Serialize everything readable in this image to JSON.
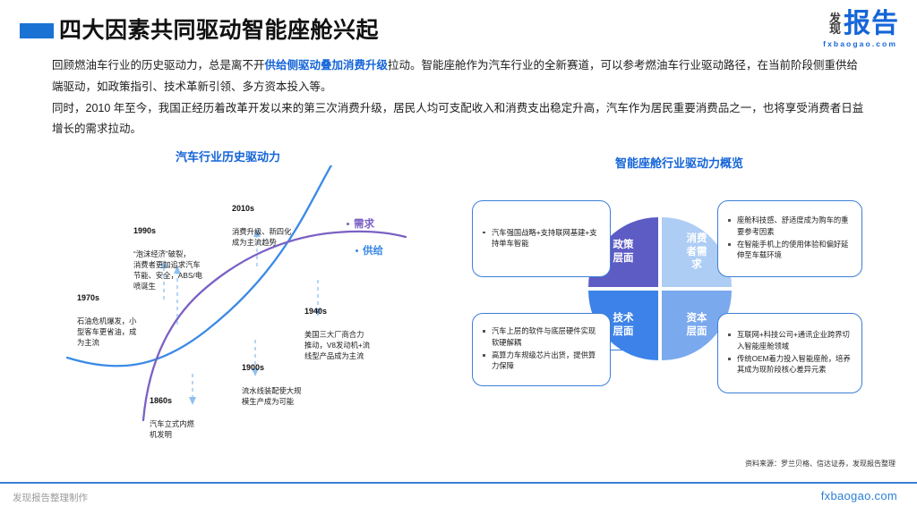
{
  "header": {
    "title": "四大因素共同驱动智能座舱兴起",
    "accent_color": "#1a73d4"
  },
  "logo": {
    "mark_line1": "发",
    "mark_line2": "现",
    "word": "报告",
    "url": "fxbaogao.com"
  },
  "intro": {
    "p1_a": "回顾燃油车行业的历史驱动力，总是离不开",
    "p1_hl": "供给侧驱动叠加消费升级",
    "p1_b": "拉动。智能座舱作为汽车行业的全新赛道，可以参考燃油车行业驱动路径，在当前阶段侧重供给端驱动，如政策指引、技术革新引领、多方资本投入等。",
    "p2": "同时，2010 年至今，我国正经历着改革开发以来的第三次消费升级，居民人均可支配收入和消费支出稳定升高，汽车作为居民重要消费品之一，也将享受消费者日益增长的需求拉动。"
  },
  "sections": {
    "left_caption": "汽车行业历史驱动力",
    "right_caption": "智能座舱行业驱动力概览"
  },
  "timeline": {
    "curve_labels": [
      {
        "name": "需求",
        "color": "#7b61c4"
      },
      {
        "name": "供给",
        "color": "#3b8ae6"
      }
    ],
    "notes": [
      {
        "year": "1860s",
        "text": "汽车立式内燃\n机发明"
      },
      {
        "year": "1900s",
        "text": "流水线装配使大规\n模生产成为可能"
      },
      {
        "year": "1940s",
        "text": "美国三大厂商合力\n推动，V8发动机+流\n线型产品成为主流"
      },
      {
        "year": "1970s",
        "text": "石油危机爆发，小\n型客车更省油，成\n为主流"
      },
      {
        "year": "1990s",
        "text": "“泡沫经济”破裂，\n消费者更加追求汽车\n节能、安全，ABS/电\n喷诞生"
      },
      {
        "year": "2010s",
        "text": "消费升级、新四化\n成为主流趋势"
      }
    ]
  },
  "quadrants": [
    {
      "label": "政策\n层面",
      "color": "#5d5bc4",
      "bullets": [
        "汽车强国战略+支持联网基建+支持单车智能"
      ]
    },
    {
      "label": "消费\n者需\n求",
      "color": "#aecdf4",
      "bullets": [
        "座舱科技感、舒适度成为购车的重要参考因素",
        "在智能手机上的使用体验和偏好延伸至车载环境"
      ]
    },
    {
      "label": "技术\n层面",
      "color": "#3d82e8",
      "bullets": [
        "汽车上层的软件与底层硬件实现软硬解耦",
        "高算力车规级芯片出货，提供算力保障"
      ]
    },
    {
      "label": "资本\n层面",
      "color": "#7aa9ee",
      "bullets": [
        "互联网+科技公司+通讯企业跨界切入智能座舱领域",
        "传统OEM着力投入智能座舱，培养其成为现阶段核心差异元素"
      ]
    }
  ],
  "source_note": "资料来源：罗兰贝格、信达证券，发现报告整理",
  "footer": {
    "left": "发现报告整理制作",
    "right": "fxbaogao.com"
  }
}
